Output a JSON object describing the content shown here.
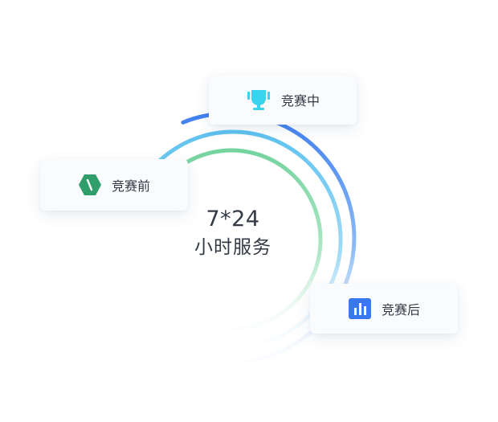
{
  "center": {
    "line1": "7*24",
    "line2": "小时服务"
  },
  "stages": {
    "before": {
      "label": "竞赛前",
      "icon": "green-hexagon-icon",
      "color": "#2f9e6a"
    },
    "during": {
      "label": "竞赛中",
      "icon": "trophy-icon",
      "color": "#3ad2ee"
    },
    "after": {
      "label": "竞赛后",
      "icon": "bar-chart-icon",
      "color": "#3a78ef"
    }
  },
  "colors": {
    "outer_ring": "#4a8af0",
    "middle_ring": "#6fc8f2",
    "inner_ring": "#7fd6a6",
    "text": "#333a45"
  }
}
